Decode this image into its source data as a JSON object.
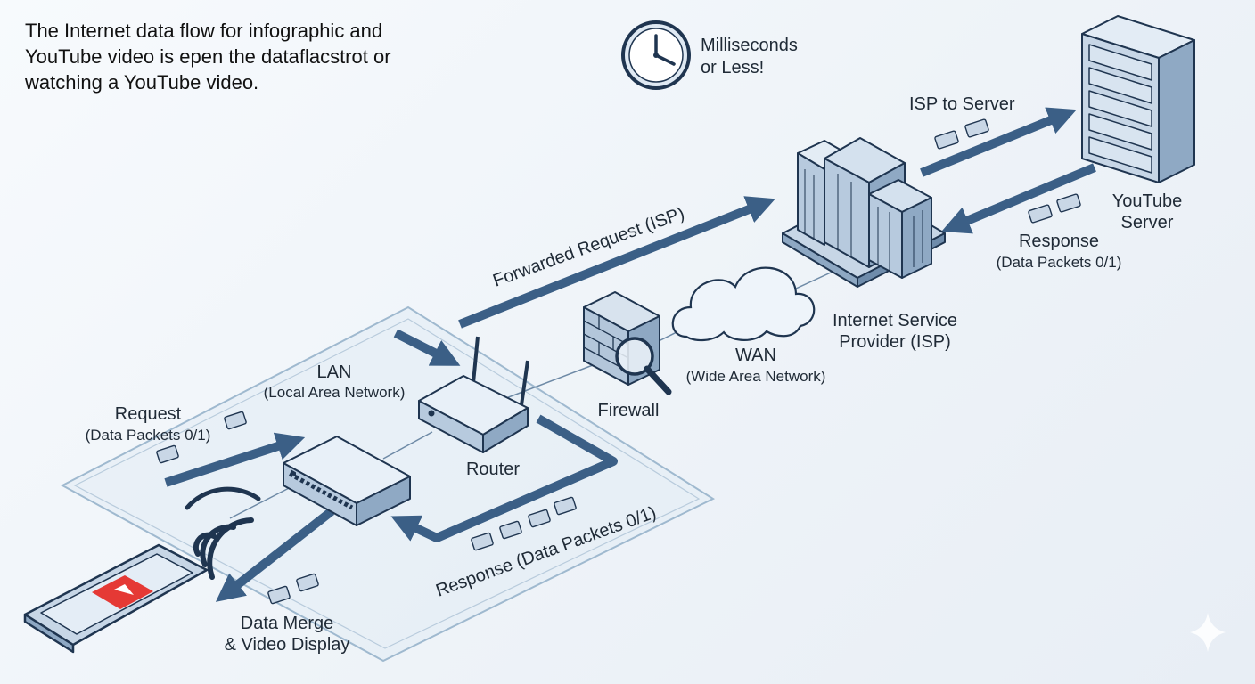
{
  "intro": {
    "line1": "The Internet data flow for infographic and",
    "line2": "YouTube video is epen the dataflacstrot or",
    "line3": "watching a YouTube video."
  },
  "timer": {
    "line1": "Milliseconds",
    "line2": "or Less!"
  },
  "nodes": {
    "lan": {
      "title": "LAN",
      "subtitle": "(Local Area Network)"
    },
    "router": "Router",
    "firewall": "Firewall",
    "wan": {
      "title": "WAN",
      "subtitle": "(Wide Area Network)"
    },
    "isp": {
      "line1": "Internet Service",
      "line2": "Provider (ISP)"
    },
    "server": {
      "line1": "YouTube",
      "line2": "Server"
    },
    "device": {
      "line1": "Data Merge",
      "line2": "& Video Display"
    }
  },
  "flows": {
    "request": {
      "title": "Request",
      "subtitle": "(Data Packets 0/1)"
    },
    "forwarded": "Forwarded Request (ISP)",
    "isp_to_server": "ISP to Server",
    "server_response": {
      "title": "Response",
      "subtitle": "(Data Packets 0/1)"
    },
    "lan_response": "Response (Data Packets 0/1)"
  },
  "colors": {
    "arrow": "#3b5f86",
    "device": "#d6e3f1",
    "outline": "#1f3550",
    "youtube_red": "#e53935"
  }
}
